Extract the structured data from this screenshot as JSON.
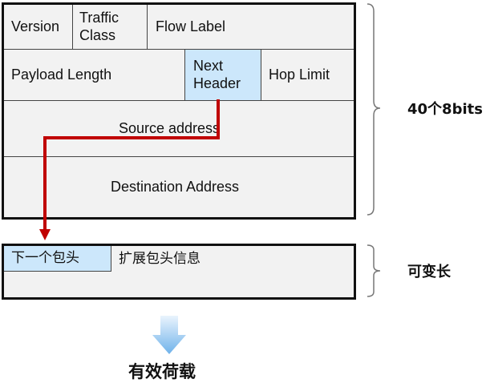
{
  "header": {
    "version": "Version",
    "traffic_class": "Traffic\nClass",
    "flow_label": "Flow Label",
    "payload_length": "Payload Length",
    "next_header": "Next\nHeader",
    "hop_limit": "Hop Limit",
    "source_address": "Source address",
    "destination_address": "Destination Address",
    "size_label": "40个8bits"
  },
  "extension": {
    "next_header": "下一个包头",
    "info": "扩展包头信息",
    "size_label": "可变长"
  },
  "payload": {
    "label": "有效荷载"
  },
  "colors": {
    "pointer_arrow": "#c00000",
    "highlight": "#cce7fb",
    "payload_arrow": "#7ab8ec"
  }
}
